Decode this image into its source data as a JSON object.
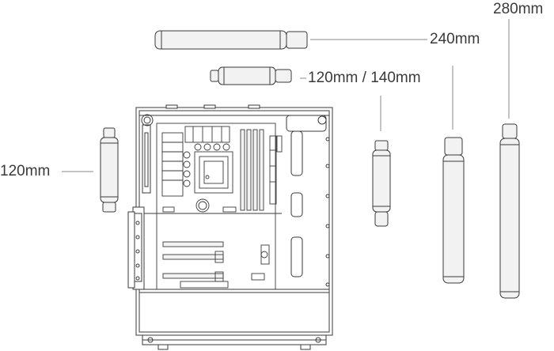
{
  "labels": {
    "rad_280": "280mm",
    "rad_240": "240mm",
    "rad_120_140": "120mm / 140mm",
    "rad_120_side": "120mm"
  },
  "colors": {
    "line": "#3a3a3a",
    "light": "#8a8a8a",
    "fill": "#f2f2f2",
    "text": "#3a3a3a"
  },
  "icons": [
    "radiator-icon",
    "pc-case-icon",
    "motherboard-icon",
    "cpu-socket-icon",
    "ram-slot-icon",
    "pcie-slot-icon",
    "psu-shroud-icon"
  ]
}
